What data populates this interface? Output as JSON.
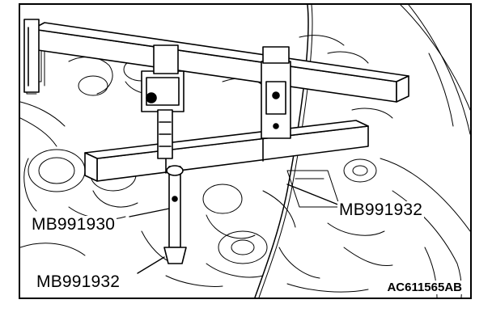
{
  "figure": {
    "callouts": {
      "left_tool": "MB991930",
      "right_tool": "MB991932",
      "bottom_tool": "MB991932"
    },
    "figure_code": "AC611565AB"
  }
}
